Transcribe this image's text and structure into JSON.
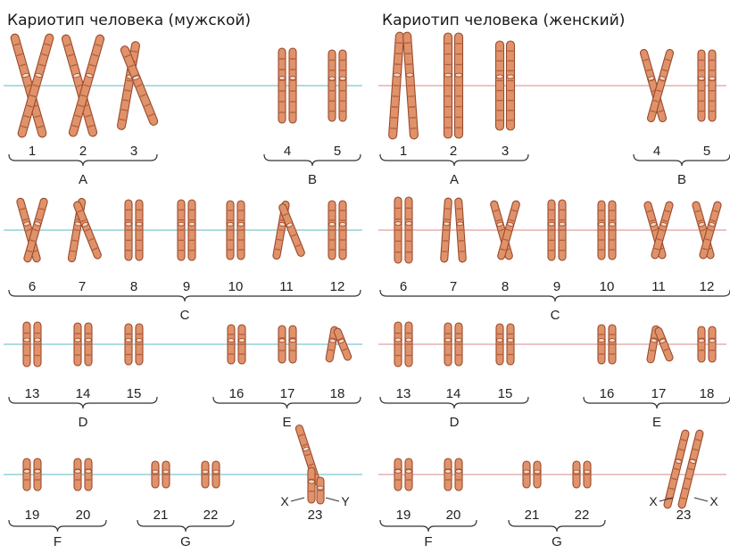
{
  "panels": [
    {
      "id": "male",
      "title": "Кариотип человека (мужской)",
      "line_color": "#7cc8d0",
      "rows": [
        {
          "pairs": [
            {
              "label": "1",
              "len": 120,
              "shape": "x"
            },
            {
              "label": "2",
              "len": 118,
              "shape": "x"
            },
            {
              "label": "3",
              "len": 100,
              "shape": "bent"
            },
            {
              "label": "4",
              "len": 84,
              "shape": "straight"
            },
            {
              "label": "5",
              "len": 80,
              "shape": "straight"
            }
          ],
          "groups": [
            {
              "label": "A",
              "from": 0,
              "to": 2
            },
            {
              "label": "B",
              "from": 3,
              "to": 4
            }
          ]
        },
        {
          "pairs": [
            {
              "label": "6",
              "len": 74,
              "shape": "x"
            },
            {
              "label": "7",
              "len": 72,
              "shape": "bent"
            },
            {
              "label": "8",
              "len": 68,
              "shape": "straight"
            },
            {
              "label": "9",
              "len": 68,
              "shape": "straight"
            },
            {
              "label": "10",
              "len": 66,
              "shape": "straight"
            },
            {
              "label": "11",
              "len": 66,
              "shape": "bent"
            },
            {
              "label": "12",
              "len": 66,
              "shape": "straight"
            }
          ],
          "groups": [
            {
              "label": "C",
              "from": 0,
              "to": 6
            }
          ]
        },
        {
          "pairs": [
            {
              "label": "13",
              "len": 50,
              "shape": "straight"
            },
            {
              "label": "14",
              "len": 48,
              "shape": "straight"
            },
            {
              "label": "15",
              "len": 46,
              "shape": "straight"
            },
            {
              "label": "16",
              "len": 44,
              "shape": "straight"
            },
            {
              "label": "17",
              "len": 42,
              "shape": "straight"
            },
            {
              "label": "18",
              "len": 40,
              "shape": "bent"
            }
          ],
          "groups": [
            {
              "label": "D",
              "from": 0,
              "to": 2
            },
            {
              "label": "E",
              "from": 3,
              "to": 5
            }
          ]
        },
        {
          "pairs": [
            {
              "label": "19",
              "len": 36,
              "shape": "straight"
            },
            {
              "label": "20",
              "len": 36,
              "shape": "straight"
            },
            {
              "label": "21",
              "len": 30,
              "shape": "straight"
            },
            {
              "label": "22",
              "len": 30,
              "shape": "straight"
            },
            {
              "label": "23",
              "len": 90,
              "shape": "xy"
            }
          ],
          "groups": [
            {
              "label": "F",
              "from": 0,
              "to": 1
            },
            {
              "label": "G",
              "from": 2,
              "to": 3
            }
          ],
          "sex_labels": [
            "X",
            "Y"
          ]
        }
      ]
    },
    {
      "id": "female",
      "title": "Кариотип человека (женский)",
      "line_color": "#e0a0a0",
      "rows": [
        {
          "pairs": [
            {
              "label": "1",
              "len": 120,
              "shape": "bow"
            },
            {
              "label": "2",
              "len": 118,
              "shape": "straight"
            },
            {
              "label": "3",
              "len": 100,
              "shape": "straight"
            },
            {
              "label": "4",
              "len": 84,
              "shape": "x"
            },
            {
              "label": "5",
              "len": 80,
              "shape": "straight"
            }
          ],
          "groups": [
            {
              "label": "A",
              "from": 0,
              "to": 2
            },
            {
              "label": "B",
              "from": 3,
              "to": 4
            }
          ]
        },
        {
          "pairs": [
            {
              "label": "6",
              "len": 74,
              "shape": "straight"
            },
            {
              "label": "7",
              "len": 72,
              "shape": "bow"
            },
            {
              "label": "8",
              "len": 68,
              "shape": "x"
            },
            {
              "label": "9",
              "len": 68,
              "shape": "straight"
            },
            {
              "label": "10",
              "len": 66,
              "shape": "straight"
            },
            {
              "label": "11",
              "len": 66,
              "shape": "x"
            },
            {
              "label": "12",
              "len": 66,
              "shape": "x"
            }
          ],
          "groups": [
            {
              "label": "C",
              "from": 0,
              "to": 6
            }
          ]
        },
        {
          "pairs": [
            {
              "label": "13",
              "len": 50,
              "shape": "straight"
            },
            {
              "label": "14",
              "len": 48,
              "shape": "straight"
            },
            {
              "label": "15",
              "len": 46,
              "shape": "straight"
            },
            {
              "label": "16",
              "len": 44,
              "shape": "straight"
            },
            {
              "label": "17",
              "len": 42,
              "shape": "bent"
            },
            {
              "label": "18",
              "len": 40,
              "shape": "straight"
            }
          ],
          "groups": [
            {
              "label": "D",
              "from": 0,
              "to": 2
            },
            {
              "label": "E",
              "from": 3,
              "to": 5
            }
          ]
        },
        {
          "pairs": [
            {
              "label": "19",
              "len": 36,
              "shape": "straight"
            },
            {
              "label": "20",
              "len": 36,
              "shape": "straight"
            },
            {
              "label": "21",
              "len": 30,
              "shape": "straight"
            },
            {
              "label": "22",
              "len": 30,
              "shape": "straight"
            },
            {
              "label": "23",
              "len": 90,
              "shape": "xx"
            }
          ],
          "groups": [
            {
              "label": "F",
              "from": 0,
              "to": 1
            },
            {
              "label": "G",
              "from": 2,
              "to": 3
            }
          ],
          "sex_labels": [
            "X",
            "X"
          ]
        }
      ]
    }
  ]
}
